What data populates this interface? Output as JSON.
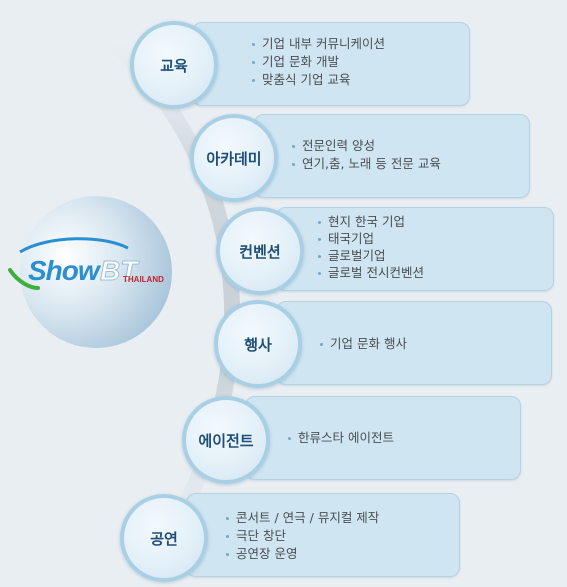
{
  "logo": {
    "brand_show": "Show",
    "brand_bt": "BT",
    "brand_country": "THAILAND"
  },
  "items": [
    {
      "title": "교육",
      "bullets": [
        "기업 내부 커뮤니케이션",
        "기업 문화 개발",
        "맞춤식 기업 교육"
      ]
    },
    {
      "title": "아카데미",
      "bullets": [
        "전문인력 양성",
        "연기,춤, 노래 등 전문 교육"
      ]
    },
    {
      "title": "컨벤션",
      "bullets": [
        "현지 한국 기업",
        "태국기업",
        "글로벌기업",
        "글로벌 전시컨벤션"
      ]
    },
    {
      "title": "행사",
      "bullets": [
        "기업 문화 행사"
      ]
    },
    {
      "title": "에이전트",
      "bullets": [
        "한류스타 에이전트"
      ]
    },
    {
      "title": "공연",
      "bullets": [
        "콘서트 / 연극 / 뮤지컬 제작",
        "극단 창단",
        "공연장 운영"
      ]
    }
  ],
  "colors": {
    "circle_text": "#1f4f78",
    "card_fill": "#cfe5f2",
    "circle_border": "#a9cfe4",
    "logo_green": "#3fae3a",
    "logo_blue": "#2a8fd0",
    "logo_red": "#c0262d"
  }
}
